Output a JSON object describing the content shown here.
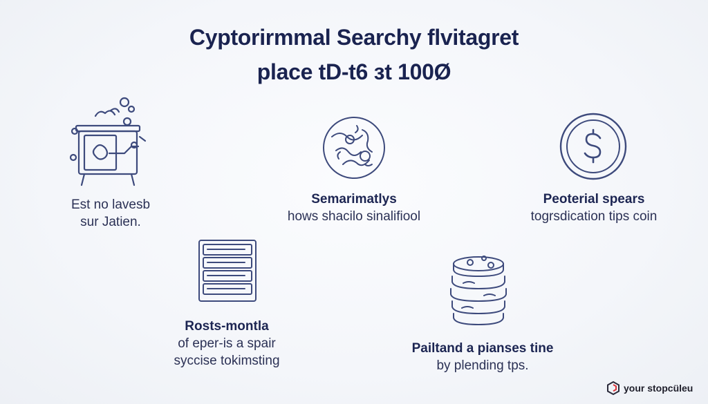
{
  "title": {
    "line1": "Cyptorirmmal Searchy flvitagret",
    "line2": "place tD-t6 зt 100Ø"
  },
  "items": [
    {
      "icon": "machine-icon",
      "heading": "",
      "lines": [
        "Est no lavesb",
        "sur Jatien."
      ]
    },
    {
      "icon": "globe-icon",
      "heading": "Semarimatlys",
      "lines": [
        "hows shacilo sinalifiool"
      ]
    },
    {
      "icon": "dollar-coin-icon",
      "heading": "Peoterial spears",
      "lines": [
        "togrsdication tips coin"
      ]
    },
    {
      "icon": "server-rack-icon",
      "heading": "Rosts-montla",
      "lines": [
        "of eper-is a spair",
        "syccise tokimsting"
      ]
    },
    {
      "icon": "coin-stack-icon",
      "heading": "Pailtand a pianses tine",
      "lines": [
        "by plending tps."
      ]
    }
  ],
  "brand": {
    "name": "your stopcüleu",
    "logo_icon": "hexagon-logo-icon"
  },
  "colors": {
    "ink": "#1c2552",
    "icon_stroke": "#3d4a7c",
    "brand_red": "#d8343b"
  }
}
